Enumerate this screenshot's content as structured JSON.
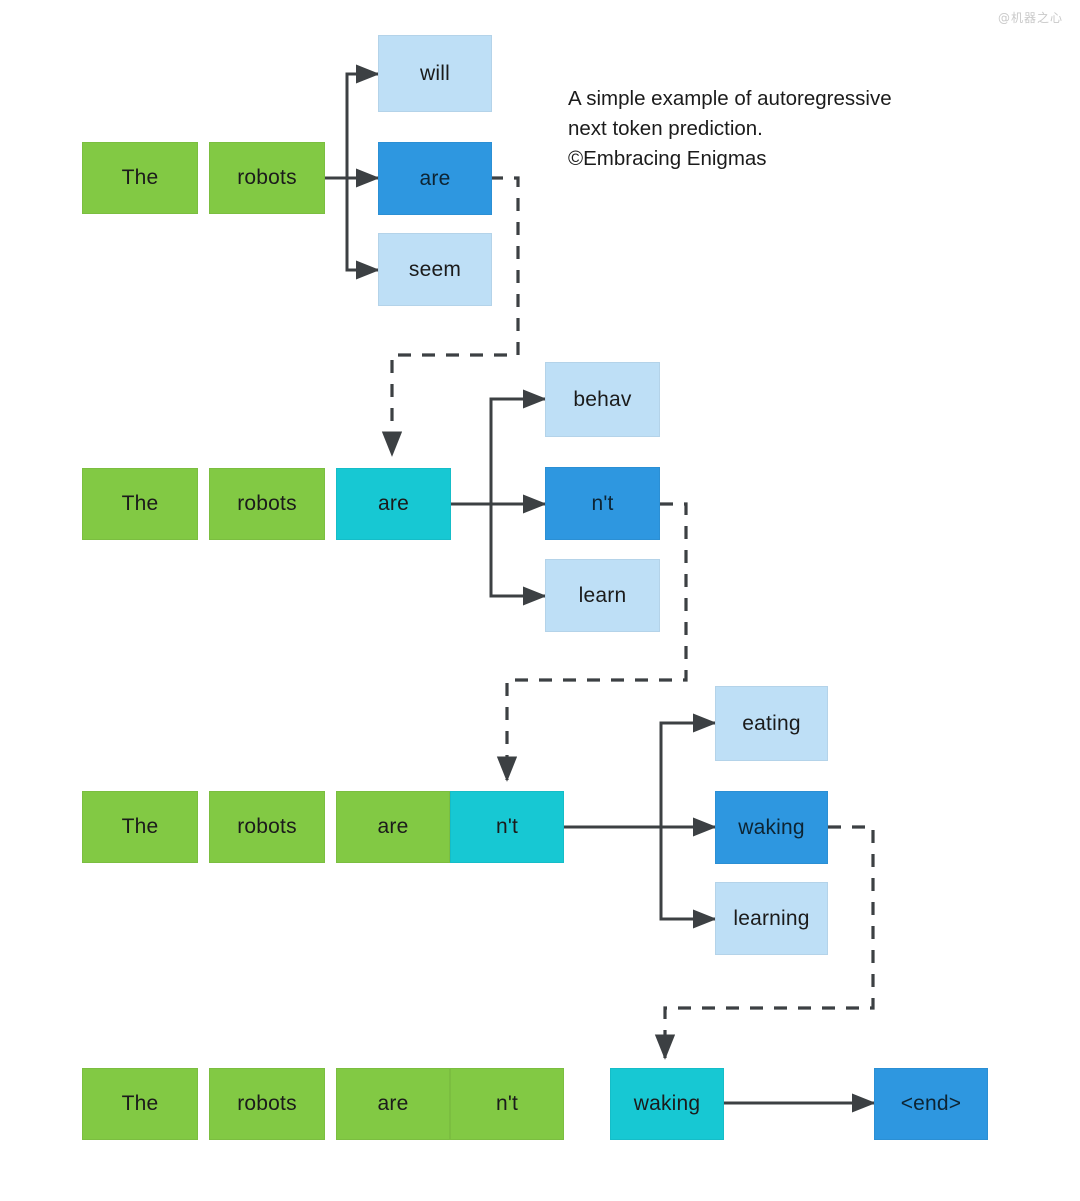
{
  "diagram": {
    "title_annotation": "A simple example of autoregressive\nnext token prediction.\n©Embracing Enigmas",
    "watermark": "@机器之心",
    "colors": {
      "context_green": "#82C944",
      "generated_cyan": "#17C8D3",
      "chosen_blue": "#2E97E0",
      "candidate_light_blue": "#BEDFF6",
      "connector": "#3c4043"
    },
    "steps": [
      {
        "step": 1,
        "context": [
          "The",
          "robots"
        ],
        "generated": [],
        "candidates": [
          "will",
          "are",
          "seem"
        ],
        "chosen": "are"
      },
      {
        "step": 2,
        "context": [
          "The",
          "robots"
        ],
        "generated": [
          "are"
        ],
        "candidates": [
          "behav",
          "n't",
          "learn"
        ],
        "chosen": "n't"
      },
      {
        "step": 3,
        "context": [
          "The",
          "robots",
          "are"
        ],
        "generated": [
          "n't"
        ],
        "candidates": [
          "eating",
          "waking",
          "learning"
        ],
        "chosen": "waking"
      },
      {
        "step": 4,
        "context": [
          "The",
          "robots",
          "are",
          "n't"
        ],
        "generated": [
          "waking"
        ],
        "candidates": [
          "<end>"
        ],
        "chosen": "<end>"
      }
    ],
    "row1": {
      "ctx1": "The",
      "ctx2": "robots",
      "cand_top": "will",
      "cand_mid": "are",
      "cand_bot": "seem"
    },
    "row2": {
      "ctx1": "The",
      "ctx2": "robots",
      "gen1": "are",
      "cand_top": "behav",
      "cand_mid": "n't",
      "cand_bot": "learn"
    },
    "row3": {
      "ctx1": "The",
      "ctx2": "robots",
      "ctx3": "are",
      "gen1": "n't",
      "cand_top": "eating",
      "cand_mid": "waking",
      "cand_bot": "learning"
    },
    "row4": {
      "ctx1": "The",
      "ctx2": "robots",
      "ctx3": "are",
      "ctx4": "n't",
      "gen1": "waking",
      "cand_mid": "<end>"
    }
  }
}
